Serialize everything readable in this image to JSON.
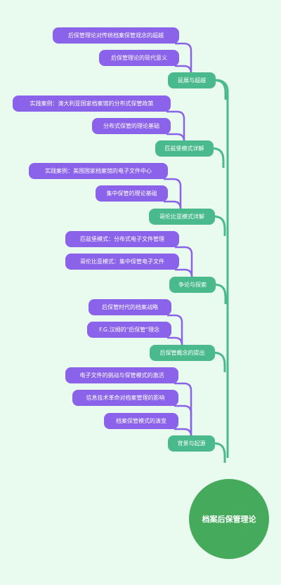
{
  "root": {
    "label": "档案后保管理论"
  },
  "colors": {
    "leaf": "#8b62ea",
    "branch": "#4aba8c",
    "root": "#45aa5c",
    "background": "#e9fbef"
  },
  "branches": [
    {
      "label": "延展与超越",
      "children": [
        "后保管理论对传统档案保管观念的超越",
        "后保管理论的现代意义"
      ]
    },
    {
      "label": "匹兹堡模式详解",
      "children": [
        "实践案例：澳大利亚国家档案馆的分布式保管政策",
        "分布式保管的理论基础"
      ]
    },
    {
      "label": "哥伦比亚模式详解",
      "children": [
        "实践案例：美国国家档案馆的电子文件中心",
        "集中保管的理论基础"
      ]
    },
    {
      "label": "争论与探索",
      "children": [
        "匹兹堡模式：分布式电子文件管理",
        "哥伦比亚模式：集中保管电子文件"
      ]
    },
    {
      "label": "后保管概念的提出",
      "children": [
        "后保管时代的档案战略",
        "F.G.汉姆的\"后保管\"理念"
      ]
    },
    {
      "label": "背景与起源",
      "children": [
        "电子文件的挑战与保管模式的激活",
        "信息技术革命对档案管理的影响",
        "档案保管模式的演变"
      ]
    }
  ]
}
